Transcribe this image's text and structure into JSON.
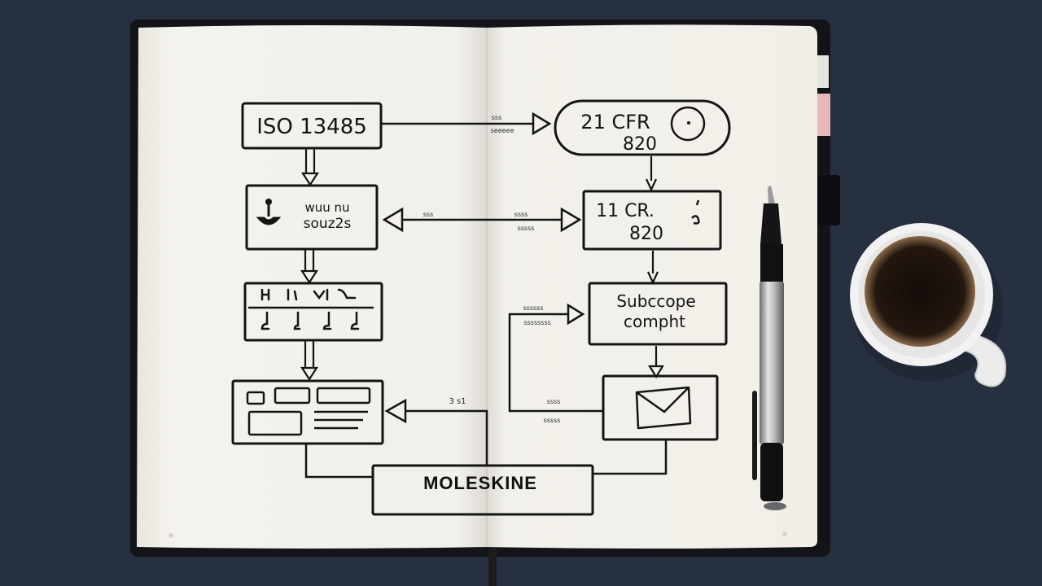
{
  "notebook": {
    "boxes": {
      "iso": "ISO 13485",
      "cfr_top_line1": "21 CFR",
      "cfr_top_line2": "820",
      "cfr_mid_line1": "11 CR.",
      "cfr_mid_line2": "820",
      "left_second_line1": "wuu nu",
      "left_second_line2": "souz2s",
      "subscope_line1": "Subccope",
      "subscope_line2": "compht",
      "brand": "MOLESKINE"
    },
    "arrow_labels": {
      "top_line1": "sss",
      "top_line2": "seeeee",
      "mid_left": "sss",
      "mid_right_line1": "ssss",
      "mid_right_line2": "sssss",
      "side_line1": "ssssss",
      "side_line2": "ssssssss",
      "bottom_left": "3 s1",
      "bottom_right_line1": "ssss",
      "bottom_right_line2": "sssss"
    }
  },
  "colors": {
    "desk": "#27303f",
    "page": "#f3f1ea",
    "ink": "#141414",
    "bookmark_pink": "#e8b8bf",
    "coffee": "#1a120d"
  },
  "icons": [
    "pen-icon",
    "coffee-cup-icon",
    "envelope-icon",
    "anchor-icon"
  ]
}
